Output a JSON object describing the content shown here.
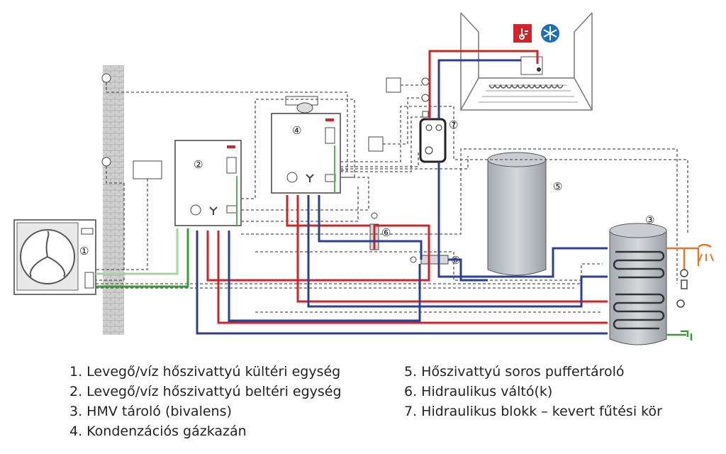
{
  "colors": {
    "hot": "#d2232a",
    "cold": "#2a3f95",
    "green_dark": "#3a9a3a",
    "green_light": "#a8d5a0",
    "dhw_hot": "#e07a2a",
    "control": "#555555",
    "wall": "#c8c8c8",
    "tank": "#b9bec3",
    "brand": "#d2232a"
  },
  "markers": {
    "m1": "①",
    "m2": "②",
    "m3": "③",
    "m4": "④",
    "m5": "⑤",
    "m6a": "⑥",
    "m6b": "⑥",
    "m7": "⑦"
  },
  "legend": {
    "left": [
      "1. Levegő/víz hőszivattyú kültéri egység",
      "2. Levegő/víz hőszivattyú beltéri egység",
      "3. HMV tároló (bivalens)",
      "4. Kondenzációs gázkazán"
    ],
    "right": [
      "5. Hőszivattyú soros puffertároló",
      "6. Hidraulikus váltó(k)",
      "7. Hidraulikus blokk – kevert fűtési kör"
    ]
  },
  "icons": [
    "fan-icon",
    "thermometer-icon",
    "snowflake-icon",
    "shower-icon",
    "faucet-icon",
    "sensor-icon"
  ]
}
